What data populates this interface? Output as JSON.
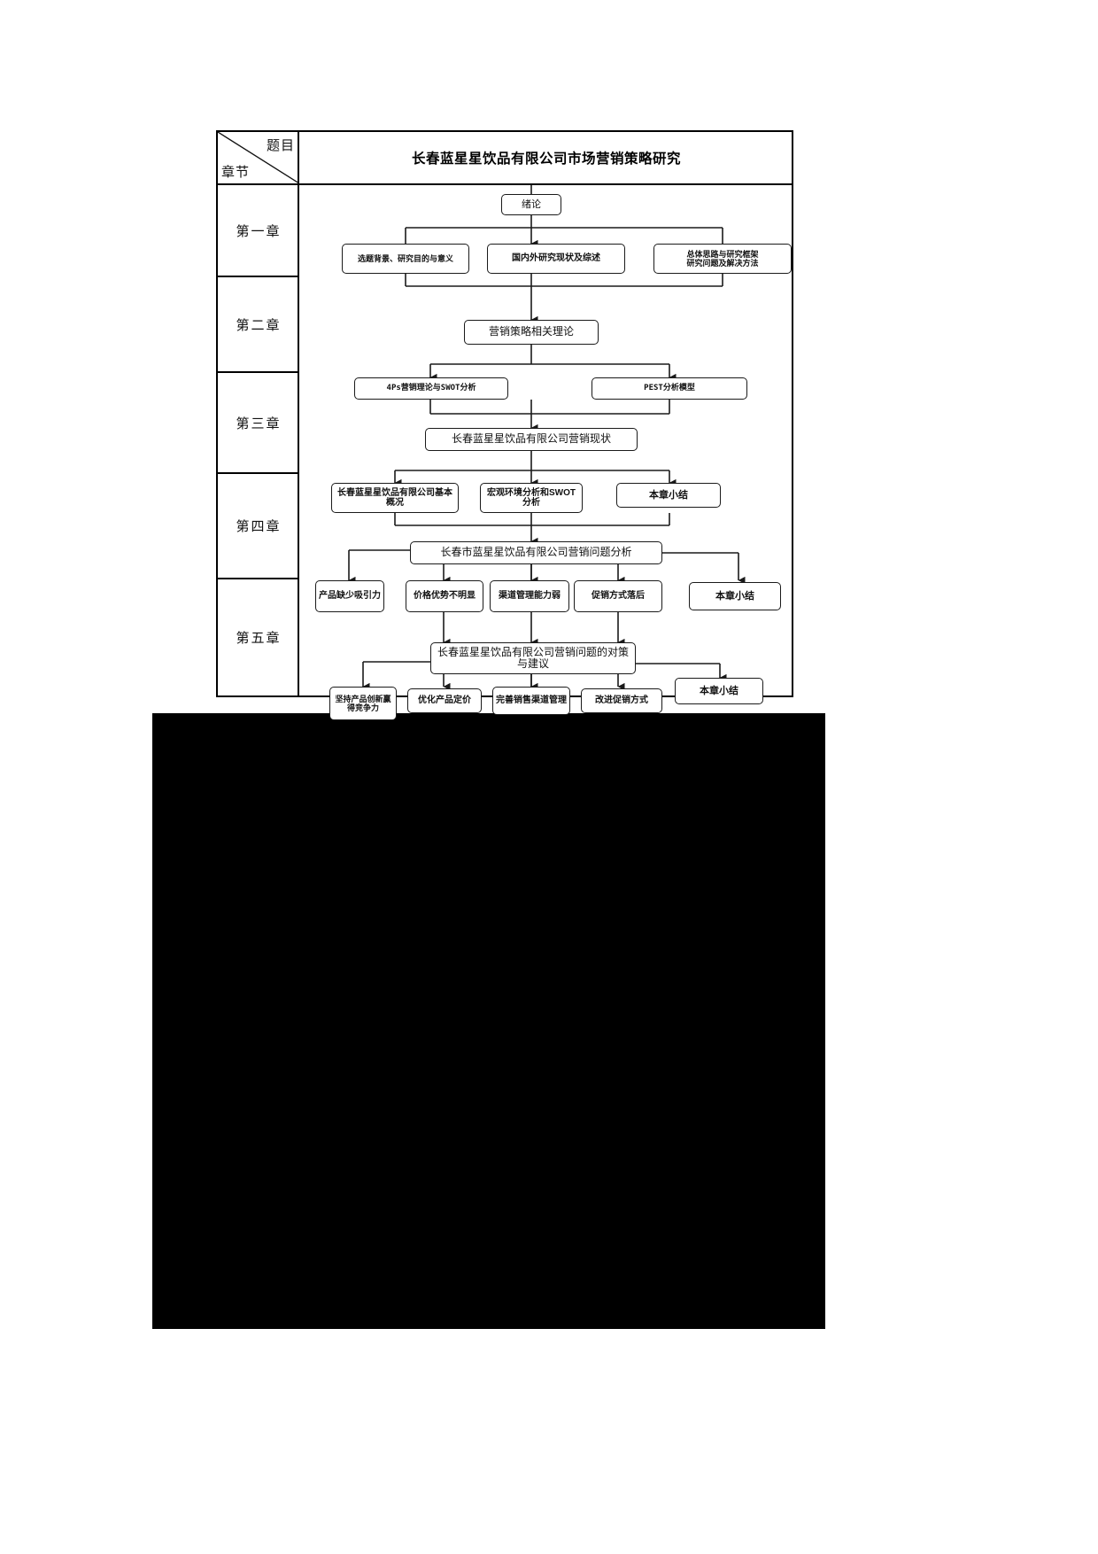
{
  "header": {
    "topic_label": "题目",
    "chapter_label": "章节",
    "title": "长春蓝星星饮品有限公司市场营销策略研究"
  },
  "chapters": [
    {
      "id": "ch1",
      "label": "第一章"
    },
    {
      "id": "ch2",
      "label": "第二章"
    },
    {
      "id": "ch3",
      "label": "第三章"
    },
    {
      "id": "ch4",
      "label": "第四章"
    },
    {
      "id": "ch5",
      "label": "第五章"
    }
  ],
  "nodes": {
    "n_intro": "绪论",
    "n_bg": "选题背景、研究目的与意义",
    "n_review": "国内外研究现状及综述",
    "n_framework": "总体思路与研究框架\n研究问题及解决方法",
    "n_theory": "营销策略相关理论",
    "n_4ps": "4Ps营销理论与SWOT分析",
    "n_pest": "PEST分析模型",
    "n_status": "长春蓝星星饮品有限公司营销现状",
    "n_profile": "长春蓝星星饮品有限公司基本概况",
    "n_macro": "宏观环境分析和SWOT分析",
    "n_sum3": "本章小结",
    "n_problems": "长春市蓝星星饮品有限公司营销问题分析",
    "n_p1": "产品缺少吸引力",
    "n_p2": "价格优势不明显",
    "n_p3": "渠道管理能力弱",
    "n_p4": "促销方式落后",
    "n_sum4": "本章小结",
    "n_solutions": "长春蓝星星饮品有限公司营销问题的对策与建议",
    "n_s1": "坚持产品创新赢得竞争力",
    "n_s2": "优化产品定价",
    "n_s3": "完善销售渠道管理",
    "n_s4": "改进促销方式",
    "n_sum5": "本章小结"
  },
  "chart_data": {
    "type": "diagram",
    "title": "长春蓝星星饮品有限公司市场营销策略研究",
    "diagram_kind": "thesis-structure-flowchart",
    "rows": [
      {
        "chapter": "第一章",
        "root": "绪论",
        "children": [
          "选题背景、研究目的与意义",
          "国内外研究现状及综述",
          "总体思路与研究框架 研究问题及解决方法"
        ]
      },
      {
        "chapter": "第二章",
        "root": "营销策略相关理论",
        "children": [
          "4Ps营销理论与SWOT分析",
          "PEST分析模型"
        ]
      },
      {
        "chapter": "第三章",
        "root": "长春蓝星星饮品有限公司营销现状",
        "children": [
          "长春蓝星星饮品有限公司基本概况",
          "宏观环境分析和SWOT分析",
          "本章小结"
        ]
      },
      {
        "chapter": "第四章",
        "root": "长春市蓝星星饮品有限公司营销问题分析",
        "children": [
          "产品缺少吸引力",
          "价格优势不明显",
          "渠道管理能力弱",
          "促销方式落后",
          "本章小结"
        ]
      },
      {
        "chapter": "第五章",
        "root": "长春蓝星星饮品有限公司营销问题的对策与建议",
        "children": [
          "坚持产品创新赢得竞争力",
          "优化产品定价",
          "完善销售渠道管理",
          "改进促销方式",
          "本章小结"
        ]
      }
    ],
    "colors": {
      "line": "#1a1a1a",
      "box_border": "#1a1a1a",
      "background": "#ffffff",
      "block": "#000000"
    }
  }
}
